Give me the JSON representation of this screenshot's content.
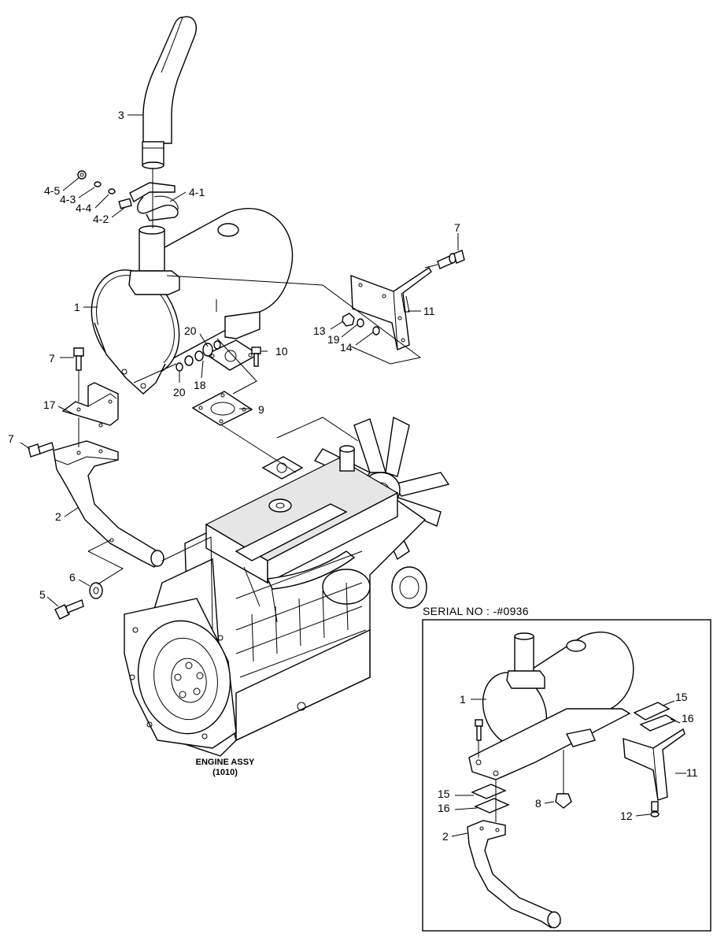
{
  "labels": {
    "p3": "3",
    "p4_5": "4-5",
    "p4_3": "4-3",
    "p4_4": "4-4",
    "p4_2": "4-2",
    "p4_1": "4-1",
    "p1": "1",
    "p7_top": "7",
    "p11": "11",
    "p13": "13",
    "p19": "19",
    "p14": "14",
    "p20_a": "20",
    "p20_b": "20",
    "p18": "18",
    "p10": "10",
    "p7_left": "7",
    "p17": "17",
    "p9": "9",
    "p7_low": "7",
    "p2": "2",
    "p6": "6",
    "p5": "5"
  },
  "engine_caption": {
    "line1": "ENGINE ASSY",
    "line2": "(1010)"
  },
  "inset": {
    "serial_text": "SERIAL NO : -#0936",
    "labels": {
      "p1": "1",
      "p15_a": "15",
      "p16_a": "16",
      "p11": "11",
      "p15_b": "15",
      "p16_b": "16",
      "p8": "8",
      "p12": "12",
      "p2": "2"
    }
  }
}
